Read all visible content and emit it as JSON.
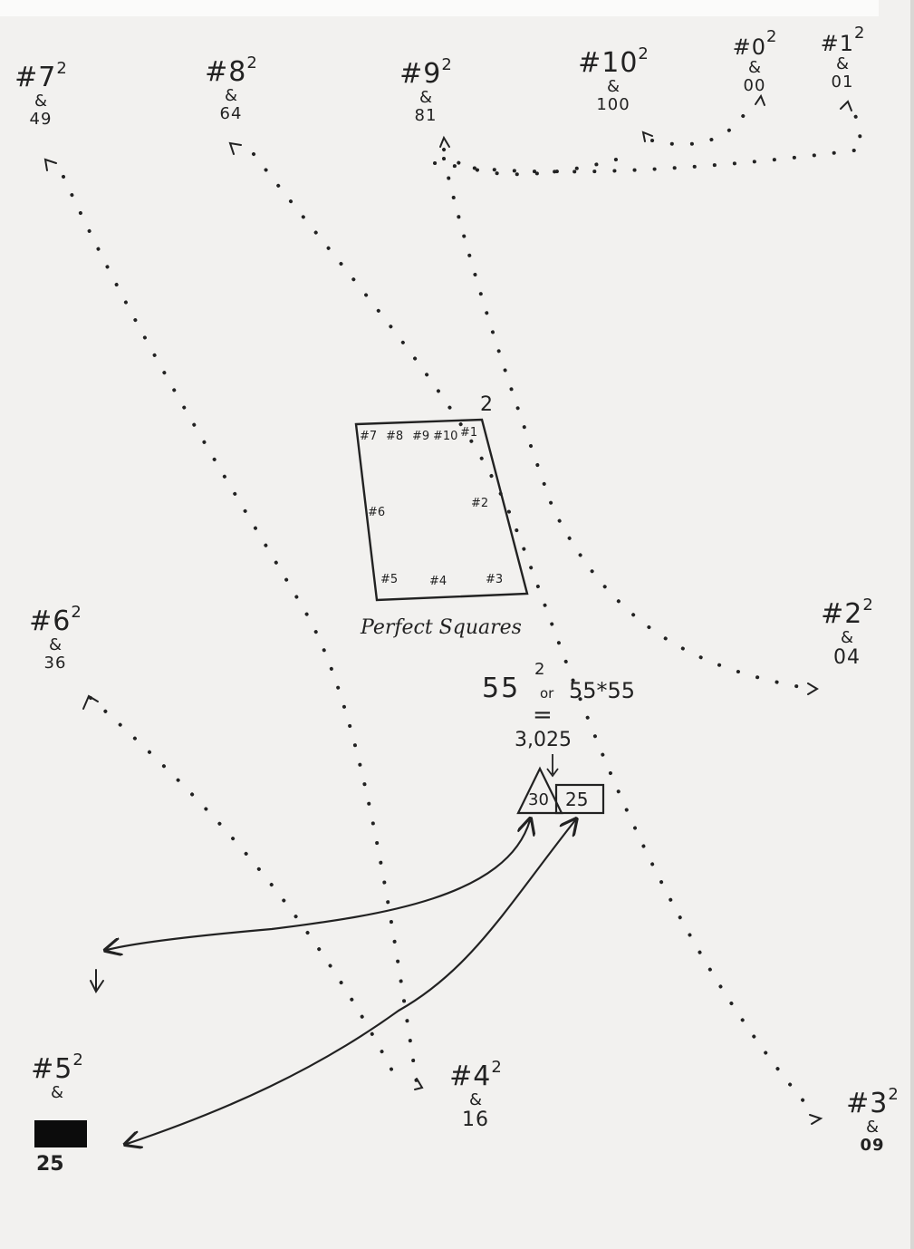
{
  "nodes": [
    {
      "id": "n7",
      "num": "#7",
      "exp": "2",
      "amp": "&",
      "square": "49"
    },
    {
      "id": "n8",
      "num": "#8",
      "exp": "2",
      "amp": "&",
      "square": "64"
    },
    {
      "id": "n9",
      "num": "#9",
      "exp": "2",
      "amp": "&",
      "square": "81"
    },
    {
      "id": "n10",
      "num": "#10",
      "exp": "2",
      "amp": "&",
      "square": "100"
    },
    {
      "id": "n0",
      "num": "#0",
      "exp": "2",
      "amp": "&",
      "square": "00"
    },
    {
      "id": "n1",
      "num": "#1",
      "exp": "2",
      "amp": "&",
      "square": "01"
    },
    {
      "id": "n2",
      "num": "#2",
      "exp": "2",
      "amp": "&",
      "square": "04"
    },
    {
      "id": "n3",
      "num": "#3",
      "exp": "2",
      "amp": "&",
      "square": "09"
    },
    {
      "id": "n4",
      "num": "#4",
      "exp": "2",
      "amp": "&",
      "square": "16"
    },
    {
      "id": "n5",
      "num": "#5",
      "exp": "2",
      "amp": "&",
      "square": "25"
    },
    {
      "id": "n6",
      "num": "#6",
      "exp": "2",
      "amp": "&",
      "square": "36"
    }
  ],
  "center_box": {
    "exp": "2",
    "top_row": [
      "#7",
      "#8",
      "#9",
      "#10",
      "#1"
    ],
    "left": "#6",
    "right": "#2",
    "bottom_row": [
      "#5",
      "#4",
      "#3"
    ],
    "caption": "Perfect Squares"
  },
  "example": {
    "base": "55",
    "exp": "2",
    "or_text": "or",
    "product": "55*55",
    "equals": "=",
    "result": "3,025",
    "triangle_part": "30",
    "box_part": "25"
  }
}
